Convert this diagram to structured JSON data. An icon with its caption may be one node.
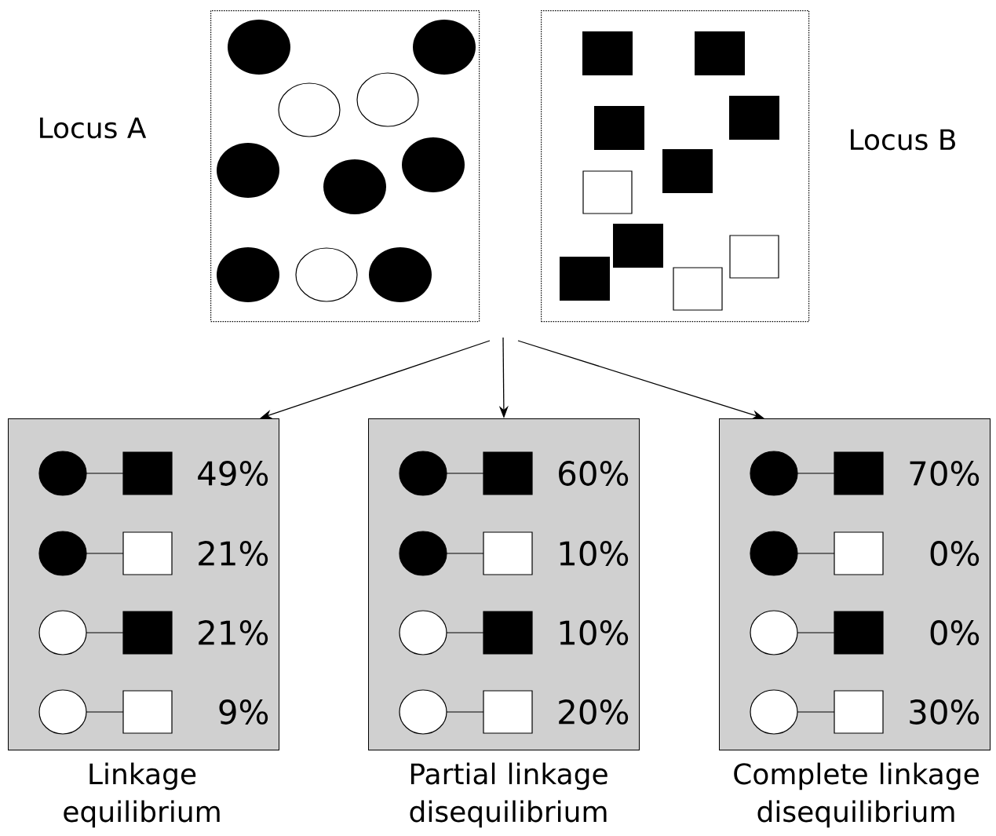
{
  "diagram": {
    "nodes": [
      {
        "text": [
          "Locus A"
        ]
      },
      {
        "text": [
          "Locus B"
        ]
      },
      {
        "text": [
          "49%",
          "21%",
          "21%",
          "9%"
        ],
        "beside": [
          "Linkage equilibrium"
        ]
      },
      {
        "text": [
          "60%",
          "10%",
          "10%",
          "20%"
        ],
        "beside": [
          "Partial linkage disequilibrium"
        ]
      },
      {
        "text": [
          "70%",
          "0%",
          "0%",
          "30%"
        ],
        "beside": [
          "Complete linkage disequilibrium"
        ]
      }
    ],
    "edges": [
      {
        "from": null,
        "to": 2,
        "arrow": "to"
      },
      {
        "from": null,
        "to": 3,
        "arrow": "to"
      },
      {
        "from": null,
        "to": 4,
        "arrow": "to"
      }
    ]
  }
}
